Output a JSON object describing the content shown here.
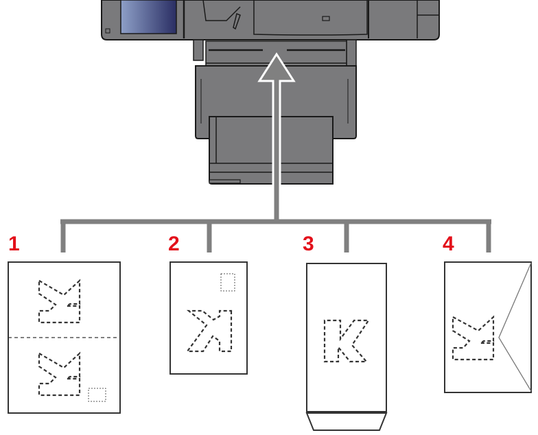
{
  "diagram": {
    "subject": "Multipurpose tray paper loading orientation",
    "colors": {
      "device_fill": "#7a7a7c",
      "device_outline": "#1a1a1a",
      "screen_gradient_start": "#8ea0c8",
      "screen_gradient_end": "#2a2e63",
      "connector": "#808080",
      "label_color": "#e3111b",
      "paper_outline": "#333333",
      "arrow_outline": "#ffffff"
    },
    "letter_glyph": "K",
    "items": [
      {
        "label": "1",
        "name": "paper-with-fold-two-k"
      },
      {
        "label": "2",
        "name": "postcard"
      },
      {
        "label": "3",
        "name": "envelope-flap-bottom"
      },
      {
        "label": "4",
        "name": "envelope-flap-right"
      }
    ]
  }
}
